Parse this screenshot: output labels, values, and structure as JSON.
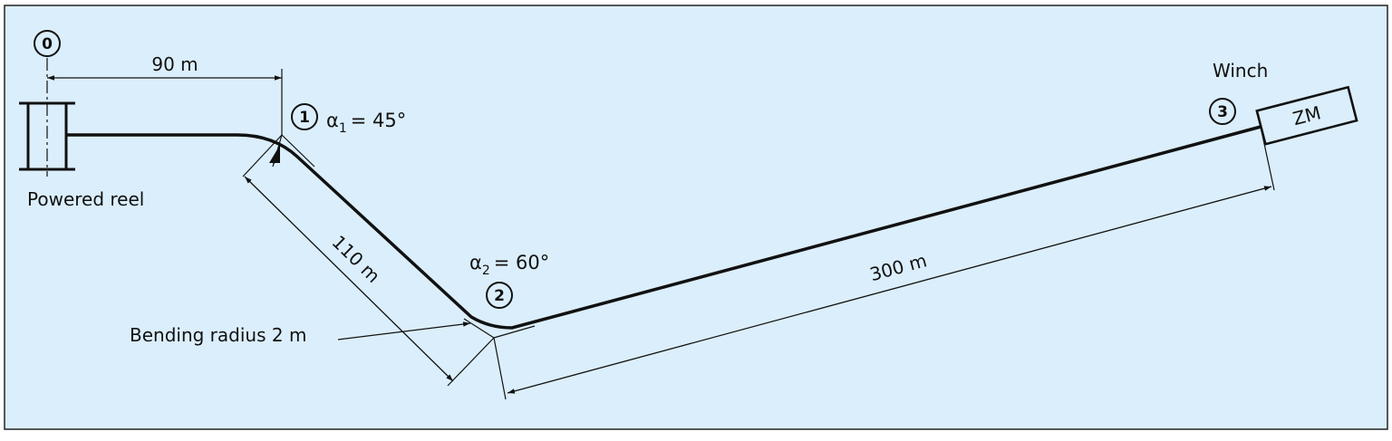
{
  "colors": {
    "background": "#dbeefb",
    "border": "#222222",
    "line": "#111111"
  },
  "points": {
    "p0": "0",
    "p1": "1",
    "p2": "2",
    "p3": "3"
  },
  "labels": {
    "powered_reel": "Powered reel",
    "winch": "Winch",
    "zm": "ZM",
    "bending_radius": "Bending radius 2 m"
  },
  "angles": {
    "alpha_symbol": "α",
    "a1_sub": "1",
    "a1_value": "= 45°",
    "a2_sub": "2",
    "a2_value": "= 60°"
  },
  "dimensions": {
    "d1": "90 m",
    "d2": "110 m",
    "d3": "300 m"
  }
}
